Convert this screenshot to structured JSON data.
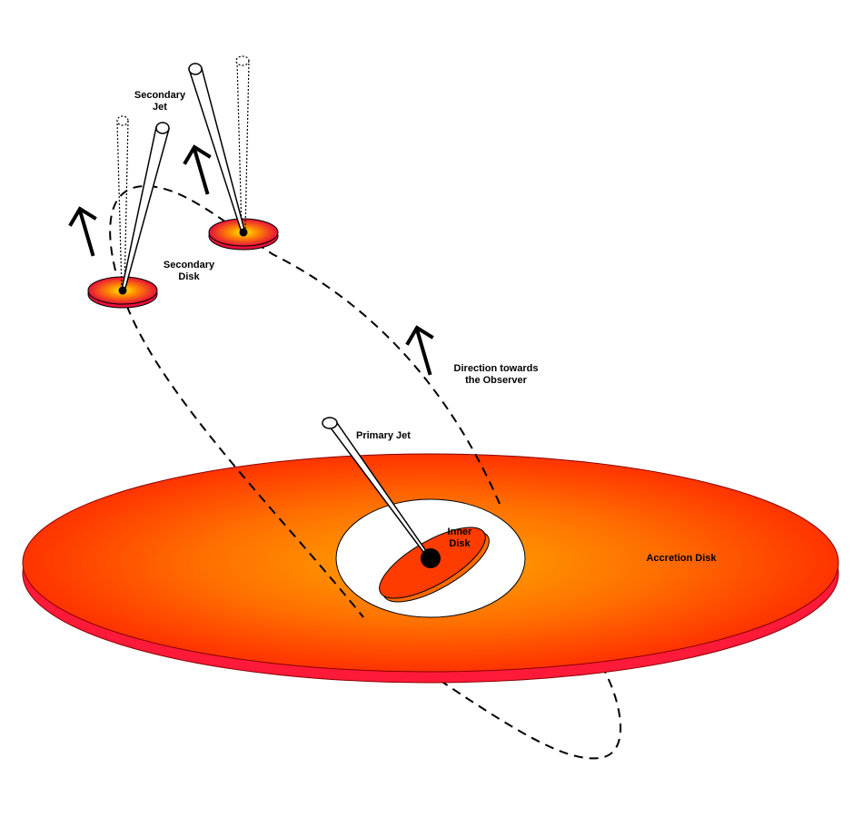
{
  "labels": {
    "secondary_jet_line1": "Secondary",
    "secondary_jet_line2": "Jet",
    "secondary_disk_line1": "Secondary",
    "secondary_disk_line2": "Disk",
    "direction_line1": "Direction towards",
    "direction_line2": "the Observer",
    "primary_jet": "Primary Jet",
    "inner_disk_line1": "Inner",
    "inner_disk_line2": "Disk",
    "accretion_disk": "Accretion Disk"
  },
  "colors": {
    "disk_center": "#ffa500",
    "disk_mid": "#ff6a00",
    "disk_edge": "#ff3300",
    "disk_rim": "#ff1a3a",
    "inner_disk": "#ff3c00",
    "secondary_center": "#ffee00",
    "secondary_edge": "#e8103a",
    "line": "#000000"
  }
}
